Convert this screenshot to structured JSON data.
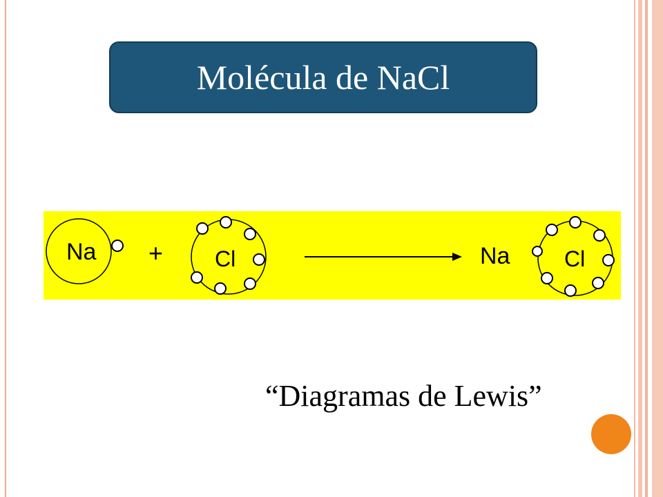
{
  "slide": {
    "title": "Molécula de NaCl",
    "caption": "“Diagramas de Lewis”"
  },
  "diagram": {
    "background_color": "#ffff00",
    "left_atom_label": "Na",
    "plus_sign": "+",
    "middle_atom_label": "Cl",
    "product_left_label": "Na",
    "product_right_label": "Cl"
  },
  "colors": {
    "title_bg": "#1d5678",
    "accent": "#f0851a",
    "border": "#f2a98e"
  }
}
